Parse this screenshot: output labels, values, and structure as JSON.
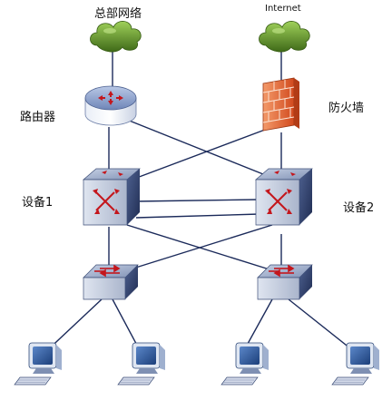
{
  "labels": {
    "wan": "总部网络",
    "internet": "Internet",
    "router": "路由器",
    "firewall": "防火墙",
    "device1": "设备1",
    "device2": "设备2"
  },
  "colors": {
    "link": "#1b2a5a",
    "cloud": "#4f7a21",
    "cloud_light": "#8cbf4a",
    "switch_body": "#9aa6c2",
    "switch_dark": "#3e4f78",
    "arrow": "#c4161c",
    "firewall_brick": "#e86a3a",
    "pc_blue": "#2f5ea3"
  },
  "icons": [
    "cloud-icon",
    "router-icon",
    "firewall-icon",
    "core-switch-icon",
    "access-switch-icon",
    "computer-icon"
  ]
}
